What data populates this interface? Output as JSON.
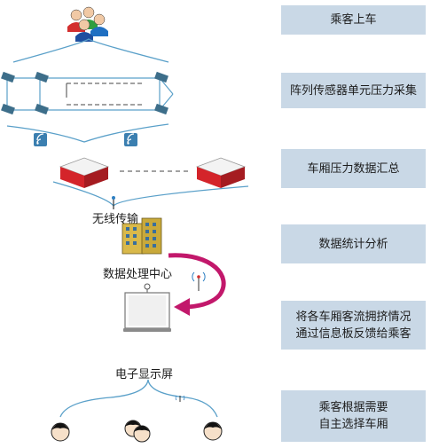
{
  "steps": [
    {
      "text": "乘客上车"
    },
    {
      "text": "阵列传感器单元压力采集"
    },
    {
      "text": "车厢压力数据汇总"
    },
    {
      "text": "数据统计分析"
    },
    {
      "text": "将各车厢客流拥挤情况\n通过信息板反馈给乘客"
    },
    {
      "text": "乘客根据需要\n自主选择车厢"
    }
  ],
  "labels": {
    "wireless": "无线传输",
    "data_center": "数据处理中心",
    "display": "电子显示屏"
  },
  "colors": {
    "step_box": "#c9d8e6",
    "network_line": "#5aa0c9",
    "arrow": "#c2186b",
    "sensor": "#3d6e8a",
    "building": "#d9b94a"
  },
  "icons": [
    "passengers-group-icon",
    "sensor-node-icon",
    "wifi-icon",
    "receiver-box-icon",
    "antenna-icon",
    "building-icon",
    "display-screen-icon",
    "person-head-icon"
  ]
}
